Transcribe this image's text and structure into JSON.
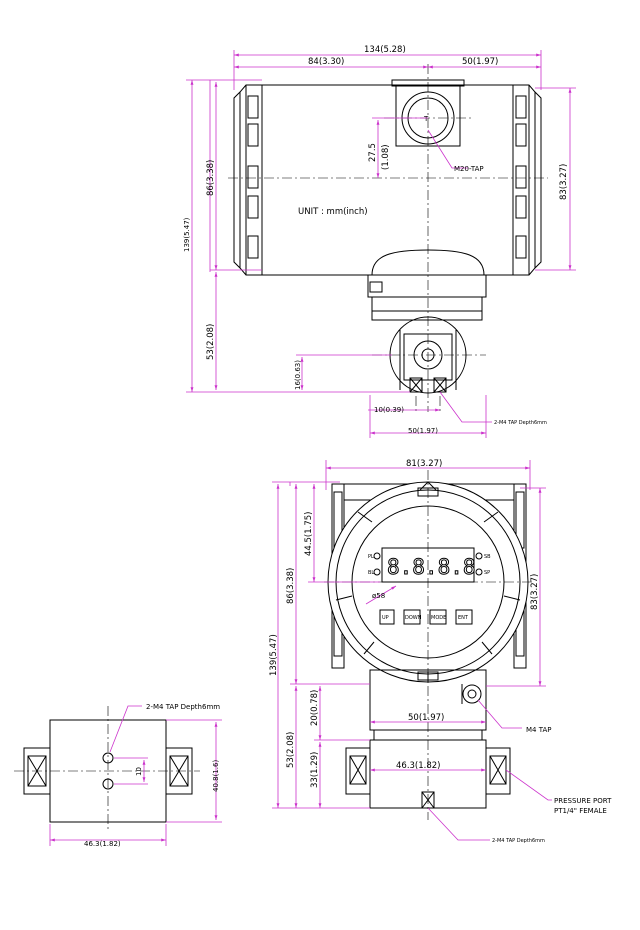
{
  "top_view": {
    "overall_width": "134(5.28)",
    "left_to_center": "84(3.30)",
    "right_from_center": "50(1.97)",
    "total_height": "139(5.47)",
    "body_height": "86(3.38)",
    "right_height": "83(3.27)",
    "port_offset": "27.5",
    "port_offset_inch": "(1.08)",
    "port_label": "M20-TAP",
    "unit_label": "UNIT : mm(inch)",
    "lower_height": "53(2.08)",
    "small_height": "16(0.63)",
    "hole_spacing": "10(0.39)",
    "flange_width": "50(1.97)",
    "tap_label": "2-M4 TAP Depth6mm"
  },
  "front_view": {
    "width": "81(3.27)",
    "height_right": "83(3.27)",
    "display_height": "44.5(1.75)",
    "total_height": "139(5.47)",
    "body_height": "86(3.38)",
    "lower_height": "53(2.08)",
    "neck_height": "20(0.78)",
    "flange_height": "33(1.29)",
    "neck_width": "50(1.97)",
    "flange_width": "46.3(1.82)",
    "diameter": "ø58",
    "display_digits": "8.8.8.8",
    "buttons": [
      "UP",
      "DOWN",
      "MODE",
      "ENT"
    ],
    "led_left_top": "PL",
    "led_left_bottom": "BL",
    "led_right_top": "SB",
    "led_right_bottom": "SP",
    "m4_label": "M4 TAP",
    "pressure_port": "PRESSURE PORT",
    "pressure_port_thread": "PT1/4\" FEMALE",
    "tap_label": "2-M4 TAP Depth6mm"
  },
  "bottom_view": {
    "tap_label": "2-M4 TAP Depth6mm",
    "hole_spacing": "10",
    "height": "40.8(1.6)",
    "width": "46.3(1.82)"
  }
}
